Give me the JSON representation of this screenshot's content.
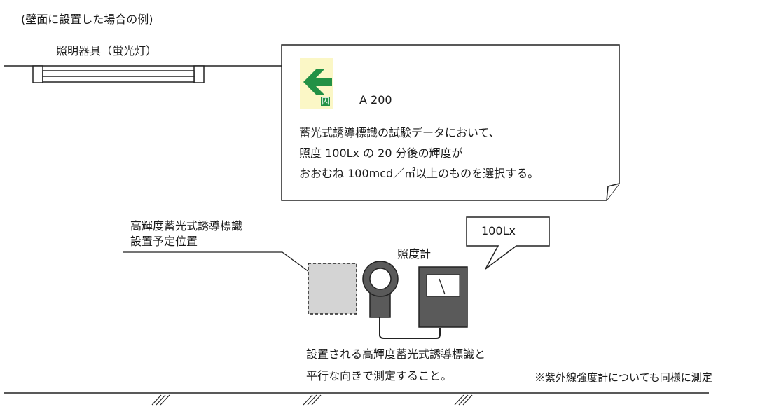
{
  "caption": "(壁面に設置した場合の例)",
  "fixture_label": "照明器具（蛍光灯）",
  "callout": {
    "sign_code": "A 200",
    "sign_glyph": "囚",
    "lines": [
      "蓄光式誘導標識の試験データにおいて、",
      "照度 100Lx の 20 分後の輝度が",
      "おおむね 100mcd／㎡以上のものを選択する。"
    ]
  },
  "placement_label": [
    "高輝度蓄光式誘導標識",
    "設置予定位置"
  ],
  "meter_label": "照度計",
  "meter_reading": "100Lx",
  "measure_note": [
    "設置される高輝度蓄光式誘導標識と",
    "平行な向きで測定すること。"
  ],
  "footnote": "※紫外線強度計についても同様に測定",
  "colors": {
    "sign_background": "#fbf7c6",
    "sign_arrow": "#239145",
    "placement_fill": "#d4d4d4",
    "meter_body": "#5a5a5a",
    "line": "#222222"
  }
}
